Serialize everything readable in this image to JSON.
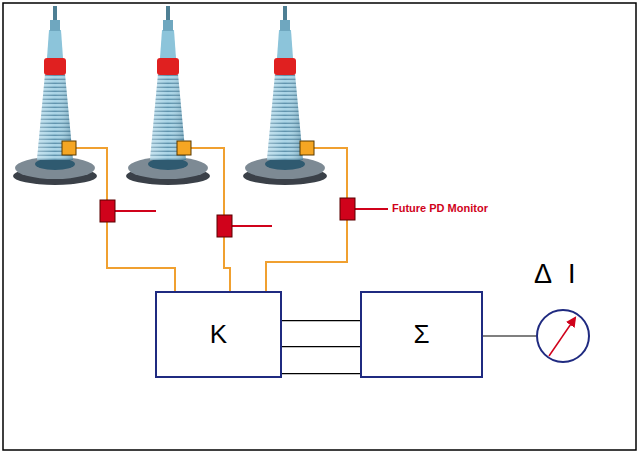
{
  "diagram": {
    "nodes": [
      {
        "text": [
          "K"
        ]
      },
      {
        "text": [
          "Σ"
        ]
      },
      {
        "text": [
          "Δ I"
        ]
      }
    ],
    "edges": [
      {
        "from": 0,
        "to": 1,
        "arrow": "none"
      },
      {
        "from": 0,
        "to": 1,
        "arrow": "none"
      },
      {
        "from": 0,
        "to": 1,
        "arrow": "none"
      },
      {
        "from": 1,
        "to": 2,
        "arrow": "none"
      }
    ],
    "labels": [
      "Future PD Monitor"
    ]
  }
}
